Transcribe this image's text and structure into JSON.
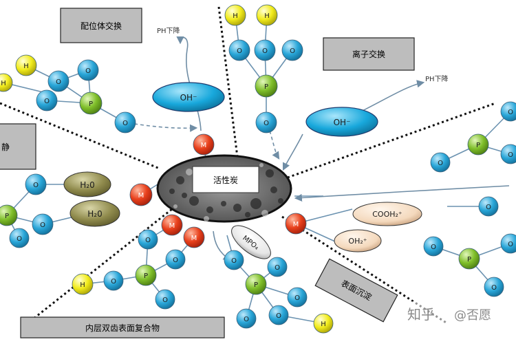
{
  "center": {
    "label": "活性炭"
  },
  "mechanisms": {
    "ligand_exchange": "配位体交换",
    "ion_exchange": "离子交换",
    "surface_precipitation": "表面沉淀",
    "inner_sphere_complex": "内层双齿表面复合物",
    "left_box": "静"
  },
  "notes": {
    "ph_drop_left": "PH下降",
    "ph_drop_right": "PH下降"
  },
  "species": {
    "oh_minus": "OH⁻",
    "water": "H₂0",
    "cooh2_plus": "COOH₂⁺",
    "oh2_plus": "OH₂⁺",
    "mpo4": "MPO₄"
  },
  "atoms": {
    "H": "H",
    "O": "O",
    "P": "P",
    "M": "M"
  },
  "watermark": {
    "platform": "知乎",
    "handle": "@否愿"
  },
  "colors": {
    "oxygen": "#29a6d8",
    "hydrogen": "#f2ec1c",
    "phosphorus": "#7fbf2a",
    "metal": "#e8401c",
    "oh_ellipse": "#18a8dc",
    "water_ellipse": "#8f8a4c",
    "cooh_ellipse": "#f4d9bd",
    "box_fill": "#bdbdbd"
  }
}
